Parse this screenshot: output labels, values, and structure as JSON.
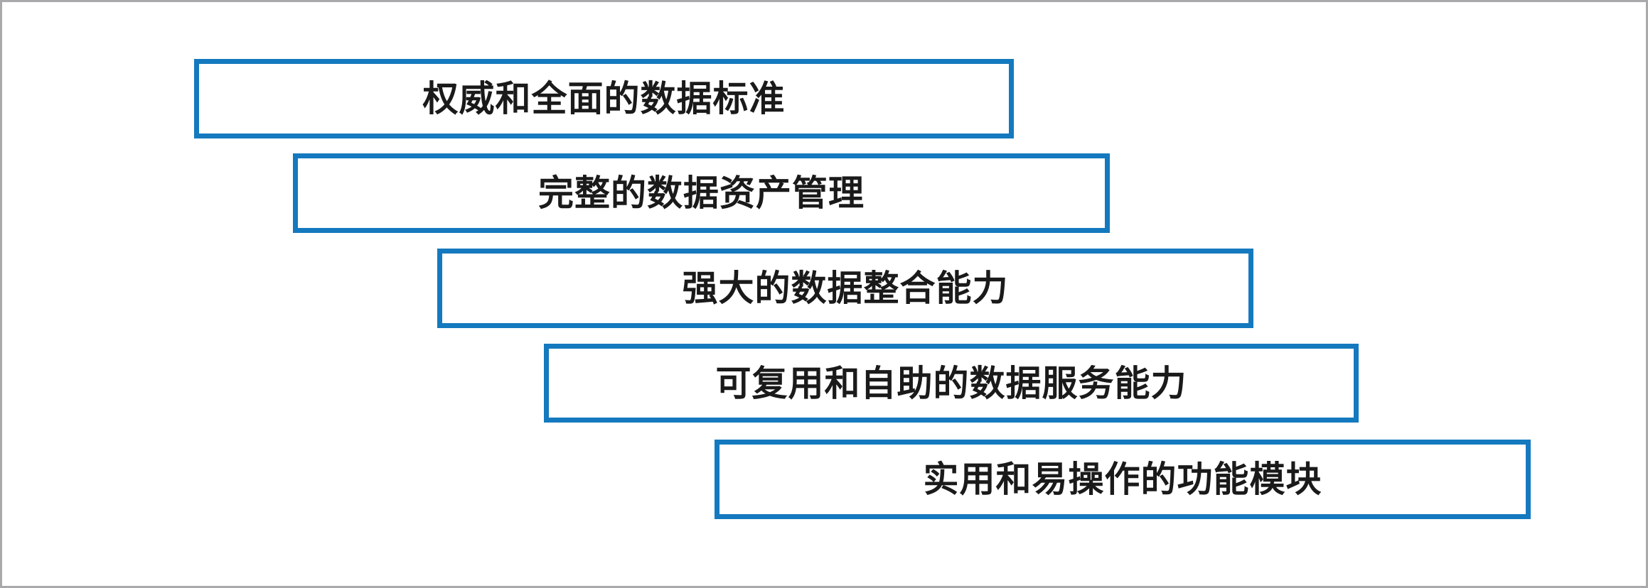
{
  "colors": {
    "box_border": "#1479be",
    "frame_border": "#a9a9ac",
    "text": "#1a1a1a",
    "background": "#ffffff"
  },
  "diagram": {
    "items": [
      {
        "label": "权威和全面的数据标准"
      },
      {
        "label": "完整的数据资产管理"
      },
      {
        "label": "强大的数据整合能力"
      },
      {
        "label": "可复用和自助的数据服务能力"
      },
      {
        "label": "实用和易操作的功能模块"
      }
    ]
  }
}
